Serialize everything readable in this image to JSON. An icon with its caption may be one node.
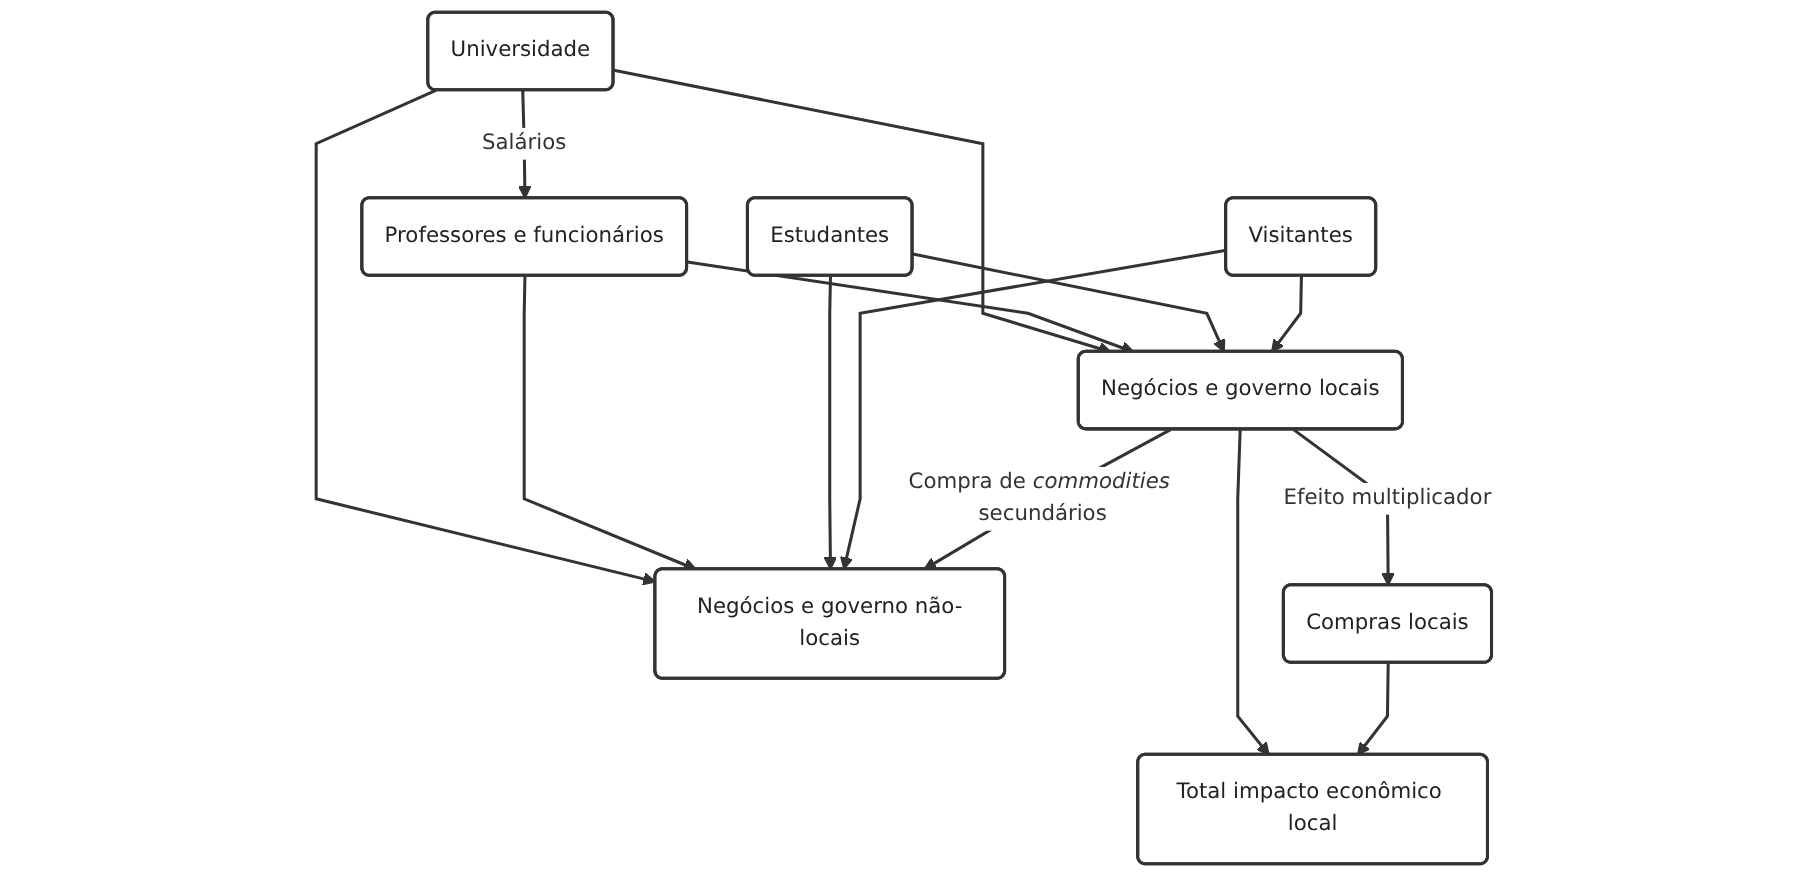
{
  "diagram": {
    "nodes": [
      {
        "text": [
          "Universidade"
        ]
      },
      {
        "text": [
          "Professores e funcionários"
        ]
      },
      {
        "text": [
          "Estudantes"
        ]
      },
      {
        "text": [
          "Visitantes"
        ]
      },
      {
        "text": [
          "Negócios e governo locais"
        ]
      },
      {
        "text": [
          "Negócios e governo não-locais"
        ]
      },
      {
        "text": [
          "Compras locais"
        ]
      },
      {
        "text": [
          "Total impacto econômico local"
        ]
      }
    ],
    "edges": [
      {
        "from": 0,
        "to": 1,
        "arrow": "to",
        "label": "Salários"
      },
      {
        "from": 0,
        "to": 4,
        "arrow": "to"
      },
      {
        "from": 1,
        "to": 4,
        "arrow": "to"
      },
      {
        "from": 2,
        "to": 4,
        "arrow": "to"
      },
      {
        "from": 3,
        "to": 4,
        "arrow": "to"
      },
      {
        "from": 0,
        "to": 5,
        "arrow": "to"
      },
      {
        "from": 1,
        "to": 5,
        "arrow": "to"
      },
      {
        "from": 2,
        "to": 5,
        "arrow": "to"
      },
      {
        "from": 3,
        "to": 5,
        "arrow": "to"
      },
      {
        "from": 4,
        "to": 5,
        "arrow": "to",
        "label": "Compra de *commodities* secundários"
      },
      {
        "from": 4,
        "to": 6,
        "arrow": "to",
        "label": "Efeito multiplicador"
      },
      {
        "from": 4,
        "to": 7,
        "arrow": "to"
      },
      {
        "from": 6,
        "to": 7,
        "arrow": "to"
      }
    ]
  }
}
